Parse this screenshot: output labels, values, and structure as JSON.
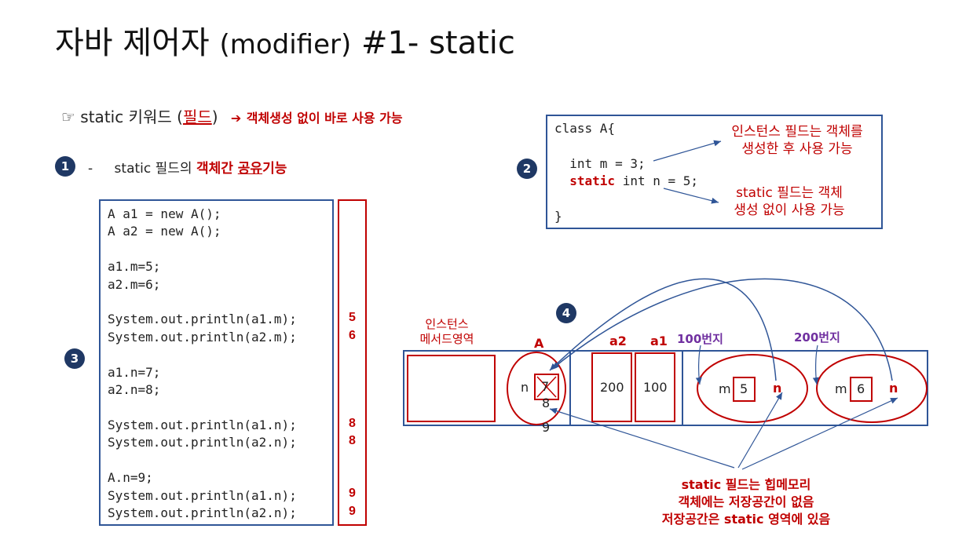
{
  "title": {
    "main": "자바 제어자",
    "paren": "(modifier)",
    "suffix": "#1- static"
  },
  "subtitle": {
    "icon": "☞",
    "text_before": "static 키워드 (",
    "underlined": "필드",
    "text_after": ")",
    "arrow": "➔",
    "emphasis": "객체생성 없이 바로 사용 가능"
  },
  "section1": {
    "badge": "1",
    "dash": "-",
    "text": "static 필드의 ",
    "emphasis_a": "객체간 ",
    "emphasis_b": "공유",
    "emphasis_c": "기능"
  },
  "section2": {
    "badge": "2",
    "code_lines": [
      "class A{",
      "",
      "  int m = 3;",
      "  static int n = 5;",
      "",
      "}"
    ],
    "static_keyword": "static",
    "note_instance": [
      "인스턴스 필드는 객체를",
      "생성한 후 사용 가능"
    ],
    "note_static": [
      "static 필드는 객체",
      "생성 없이 사용 가능"
    ]
  },
  "section3": {
    "badge": "3",
    "code_lines": [
      "A a1 = new A();",
      "A a2 = new A();",
      "",
      "a1.m=5;",
      "a2.m=6;",
      "",
      "System.out.println(a1.m);",
      "System.out.println(a2.m);",
      "",
      "a1.n=7;",
      "a2.n=8;",
      "",
      "System.out.println(a1.n);",
      "System.out.println(a2.n);",
      "",
      "A.n=9;",
      "System.out.println(a1.n);",
      "System.out.println(a2.n);"
    ],
    "outputs": [
      {
        "line": 6,
        "value": "5"
      },
      {
        "line": 7,
        "value": "6"
      },
      {
        "line": 12,
        "value": "8"
      },
      {
        "line": 13,
        "value": "8"
      },
      {
        "line": 16,
        "value": "9"
      },
      {
        "line": 17,
        "value": "9"
      }
    ]
  },
  "section4": {
    "badge": "4",
    "method_area_label": [
      "인스턴스",
      "메서드영역"
    ],
    "static_class_label": "A",
    "static_field_name": "n",
    "static_values": {
      "crossed": "7",
      "mid": "8",
      "final": "9"
    },
    "stack_labels": {
      "a2": "a2",
      "a1": "a1"
    },
    "stack_values": {
      "a2": "200",
      "a1": "100"
    },
    "heap_addresses": {
      "obj1": "100번지",
      "obj2": "200번지"
    },
    "obj1": {
      "m_label": "m",
      "m_value": "5",
      "n_label": "n"
    },
    "obj2": {
      "m_label": "m",
      "m_value": "6",
      "n_label": "n"
    },
    "bottom_note": [
      "static 필드는 힙메모리",
      "객체에는 저장공간이 없음",
      "저장공간은 static 영역에 있음"
    ]
  },
  "colors": {
    "navy": "#1f3864",
    "blue": "#2f5597",
    "red": "#c00000",
    "purple": "#7030a0"
  }
}
